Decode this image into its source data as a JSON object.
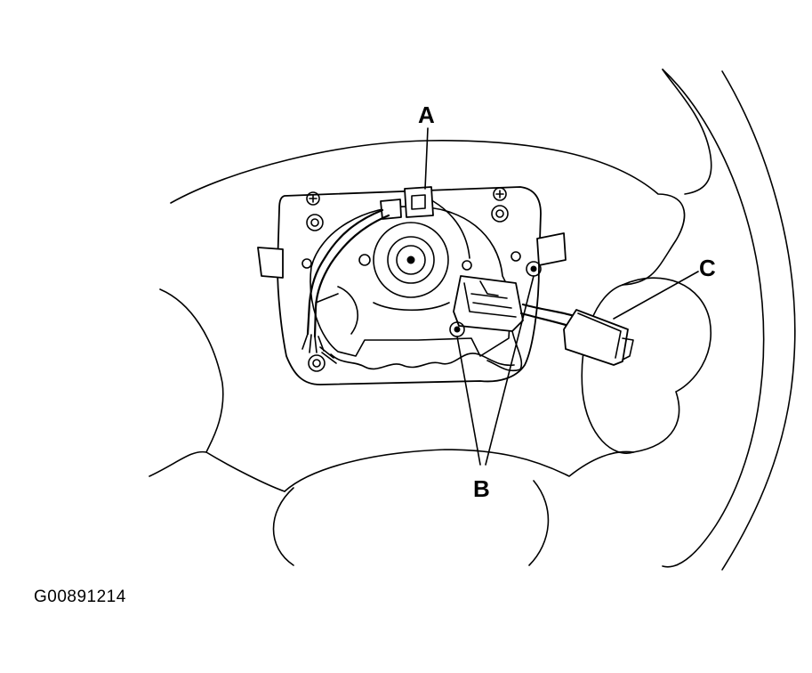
{
  "callouts": {
    "a": "A",
    "b": "B",
    "c": "C"
  },
  "figure_id": "G00891214",
  "colors": {
    "ink": "#000000",
    "paper": "#ffffff"
  }
}
